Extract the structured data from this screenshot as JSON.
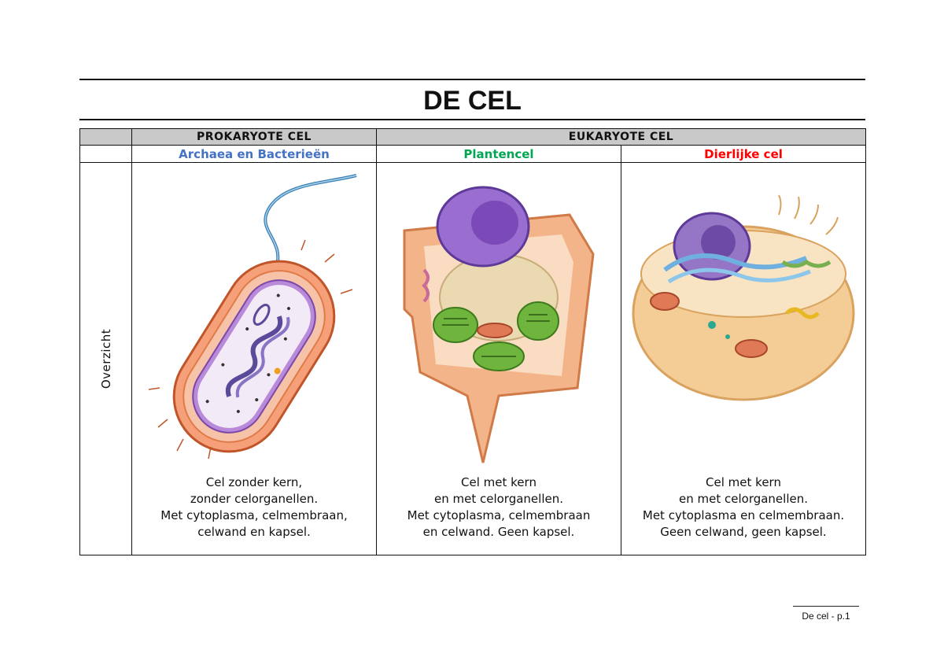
{
  "title": "DE CEL",
  "header": {
    "prokaryote": "PROKARYOTE CEL",
    "eukaryote": "EUKARYOTE CEL"
  },
  "columns": [
    {
      "subtitle": "Archaea en Bacterieën",
      "color": "#4472c4",
      "lines": [
        "Cel zonder kern,",
        "zonder celorganellen.",
        "Met cytoplasma, celmembraan,",
        "celwand en kapsel."
      ]
    },
    {
      "subtitle": "Plantencel",
      "color": "#00a651",
      "lines": [
        "Cel met kern",
        "en met celorganellen.",
        "Met cytoplasma, celmembraan",
        "en celwand. Geen kapsel."
      ]
    },
    {
      "subtitle": "Dierlijke cel",
      "color": "#ff0000",
      "lines": [
        "Cel met kern",
        "en met celorganellen.",
        "Met cytoplasma en celmembraan.",
        "Geen celwand, geen kapsel."
      ]
    }
  ],
  "row_label": "Overzicht",
  "footer": "De cel - p.1"
}
